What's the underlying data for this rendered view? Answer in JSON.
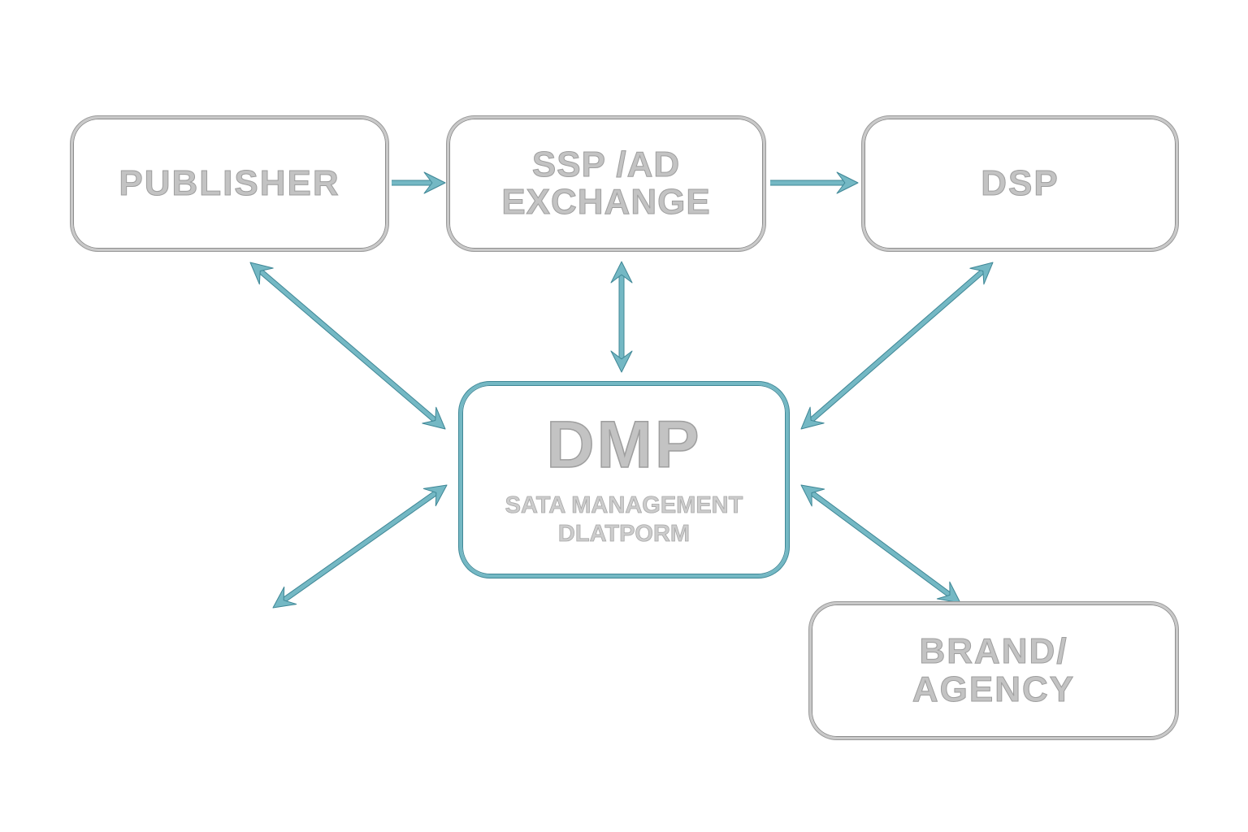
{
  "diagram": {
    "type": "ad-tech ecosystem flow",
    "colors": {
      "arrow": "#74b8c4",
      "arrow_outline": "#3f8796",
      "box_border_gray": "#c9c9c9",
      "dmp_border": "#74b8c4",
      "label_text": "#c3c3c3"
    },
    "nodes": [
      {
        "id": "publisher",
        "label": "PUBLISHER"
      },
      {
        "id": "ssp",
        "label": "SSP /AD\nEXCHANGE"
      },
      {
        "id": "dsp",
        "label": "DSP"
      },
      {
        "id": "dmp",
        "title": "DMP",
        "subtitle": "SATA MANAGEMENT\nDLATPORM"
      },
      {
        "id": "brand",
        "label": "BRAND/\nAGENCY"
      }
    ],
    "edges": [
      {
        "from": "publisher",
        "to": "ssp",
        "direction": "one-way"
      },
      {
        "from": "ssp",
        "to": "dsp",
        "direction": "one-way"
      },
      {
        "from": "publisher",
        "to": "dmp",
        "direction": "two-way"
      },
      {
        "from": "ssp",
        "to": "dmp",
        "direction": "two-way"
      },
      {
        "from": "dsp",
        "to": "dmp",
        "direction": "two-way"
      },
      {
        "from": "dmp",
        "to": "external-bottom-left",
        "direction": "two-way"
      },
      {
        "from": "dmp",
        "to": "brand",
        "direction": "two-way"
      }
    ]
  }
}
